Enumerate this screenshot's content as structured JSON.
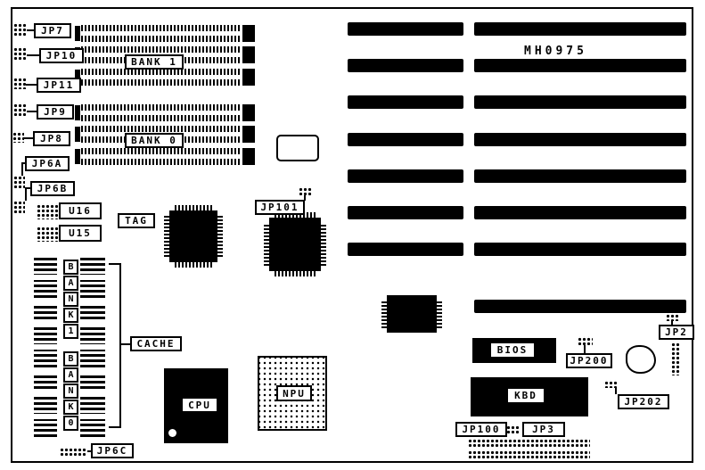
{
  "board": {
    "part_number": "MH0975"
  },
  "left_jumpers": {
    "jp7": "JP7",
    "jp10": "JP10",
    "jp11": "JP11",
    "jp9": "JP9",
    "jp8": "JP8",
    "jp6a": "JP6A",
    "jp6b": "JP6B",
    "jp6c": "JP6C"
  },
  "memory": {
    "bank1": "BANK 1",
    "bank0": "BANK 0"
  },
  "cache": {
    "tag": "TAG",
    "u16": "U16",
    "u15": "U15",
    "label": "CACHE",
    "bank1_letters": [
      "B",
      "A",
      "N",
      "K",
      "1"
    ],
    "bank0_letters": [
      "B",
      "A",
      "N",
      "K",
      "0"
    ]
  },
  "chips": {
    "cpu": "CPU",
    "npu": "NPU",
    "bios": "BIOS",
    "kbd": "KBD"
  },
  "right_jumpers": {
    "jp101": "JP101",
    "jp200": "JP200",
    "jp2": "JP2",
    "jp202": "JP202",
    "jp100": "JP100",
    "jp3": "JP3"
  }
}
